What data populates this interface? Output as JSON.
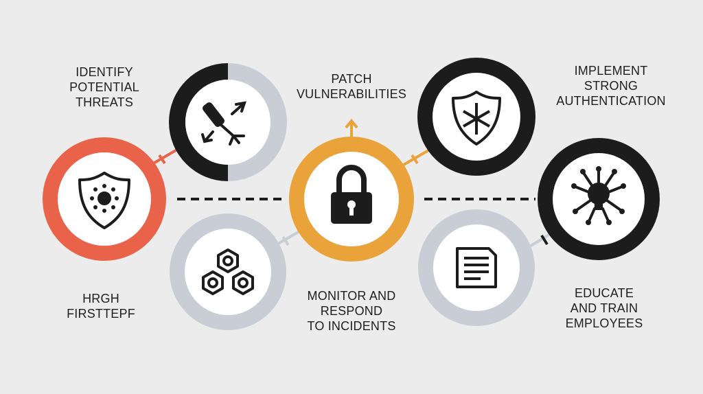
{
  "labels": {
    "identify": [
      "IDENTIFY",
      "POTENTIAL",
      "THREATS"
    ],
    "patch": [
      "PATCH",
      "VULNERABILITIES"
    ],
    "implement": [
      "IMPLEMENT",
      "STRONG",
      "AUTHENTICATION"
    ],
    "first_step": [
      "HRGH",
      "FIRSTTEPF"
    ],
    "monitor": [
      "MONITOR AND",
      "RESPOND",
      "TO INCIDENTS"
    ],
    "educate": [
      "EDUCATE",
      "AND TRAIN",
      "EMPLOYEES"
    ]
  },
  "nodes": [
    {
      "name": "shield-threat-node",
      "icon": "shield-virus-icon",
      "ring": "#e8634a"
    },
    {
      "name": "threat-detection-node",
      "icon": "probe-arrows-icon",
      "ring": [
        "#1c1c1c",
        "#c9cdd6"
      ]
    },
    {
      "name": "systems-node",
      "icon": "hexagon-nuts-icon",
      "ring": "#c9cdd6"
    },
    {
      "name": "lock-node",
      "icon": "padlock-icon",
      "ring": "#e9a33a"
    },
    {
      "name": "shield-network-node",
      "icon": "shield-snowflake-icon",
      "ring": "#1c1c1c"
    },
    {
      "name": "document-node",
      "icon": "document-icon",
      "ring": "#c9cdd6"
    },
    {
      "name": "lightbulb-node",
      "icon": "lightbulb-network-icon",
      "ring": "#1c1c1c"
    }
  ],
  "colors": {
    "background": "#ececec",
    "orange_red": "#e8634a",
    "amber": "#e9a33a",
    "black": "#1c1c1c",
    "grey": "#c9cdd6",
    "text": "#1e1e1e"
  }
}
